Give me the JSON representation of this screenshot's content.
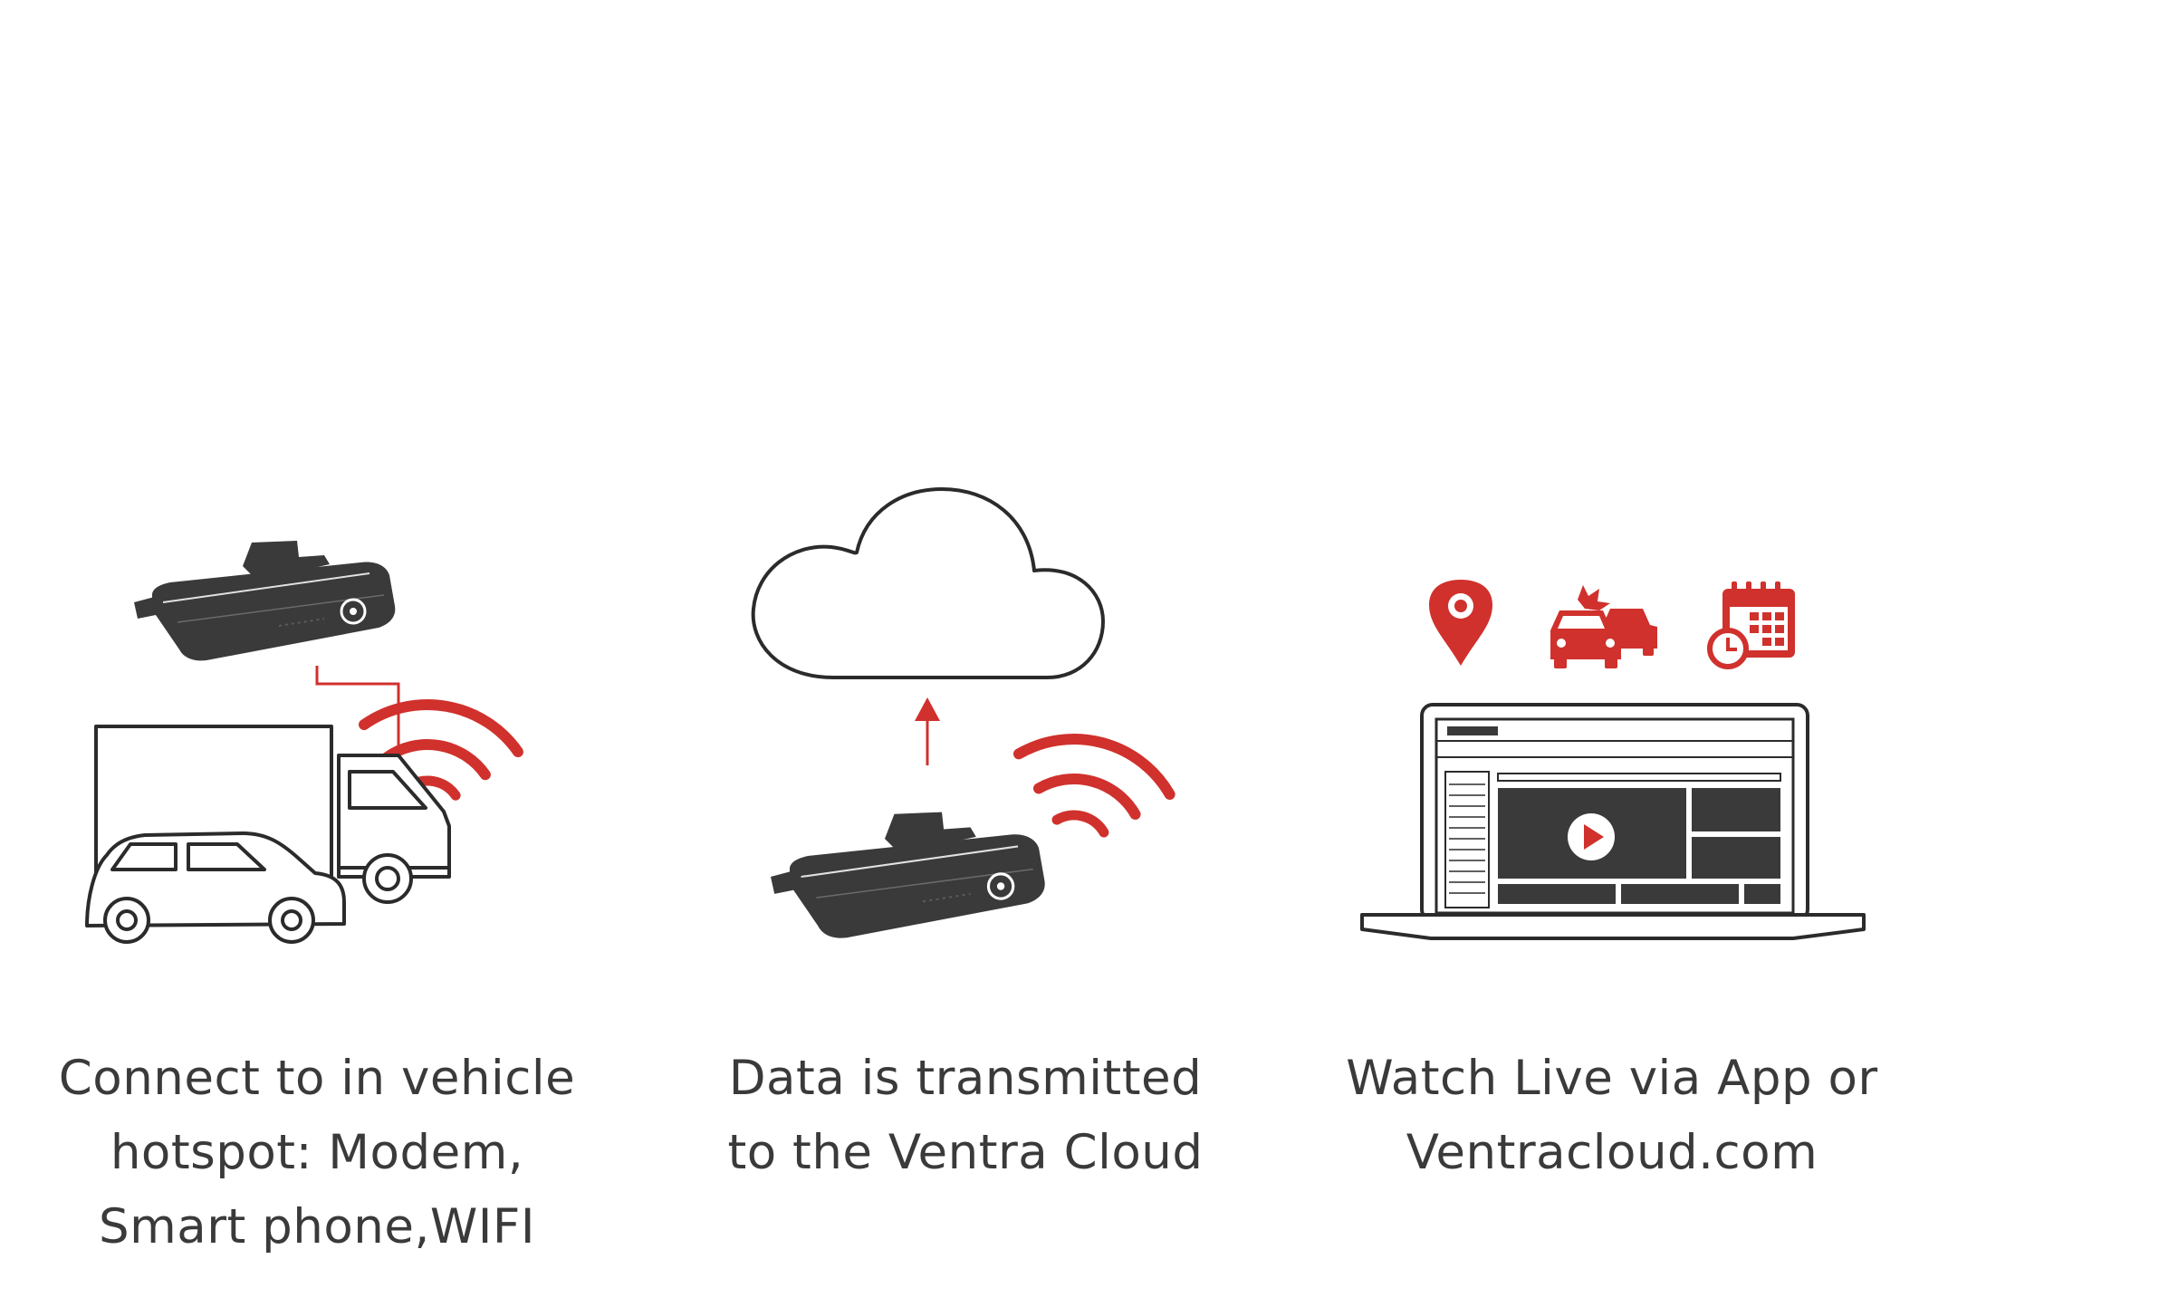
{
  "steps": [
    {
      "caption_lines": [
        "Connect to in vehicle",
        "hotspot: Modem,",
        "Smart phone,WIFI"
      ],
      "icons": [
        "dashcam-device-icon",
        "truck-icon",
        "car-icon",
        "wifi-signal-icon"
      ]
    },
    {
      "caption_lines": [
        "Data is transmitted",
        "to the Ventra Cloud"
      ],
      "icons": [
        "cloud-icon",
        "upload-arrow-icon",
        "dashcam-device-icon",
        "wifi-signal-icon"
      ]
    },
    {
      "caption_lines": [
        "Watch Live via App or",
        "Ventracloud.com"
      ],
      "icons": [
        "location-pin-icon",
        "car-collision-icon",
        "calendar-clock-icon",
        "laptop-icon",
        "play-icon"
      ]
    }
  ],
  "colors": {
    "accent_red": "#d0312d",
    "device_dark": "#3a3a3a",
    "outline": "#2b2b2b",
    "text": "#3a3a3a",
    "background": "#ffffff"
  }
}
